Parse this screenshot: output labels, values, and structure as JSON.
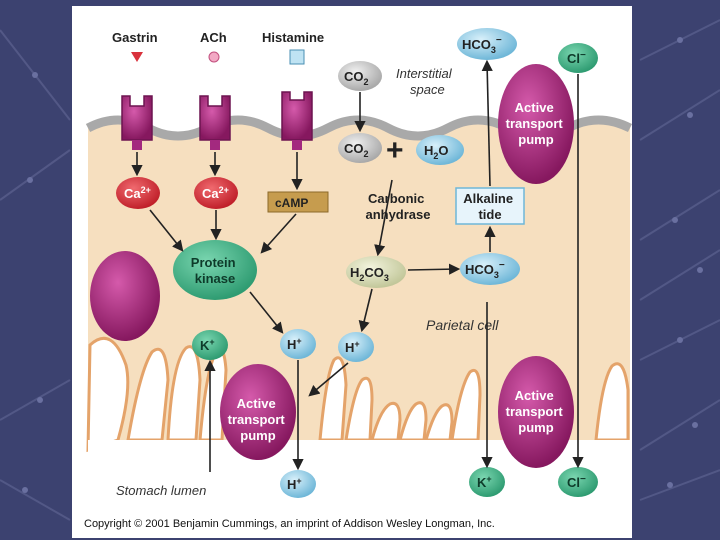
{
  "receptors": {
    "gastrin": "Gastrin",
    "ach": "ACh",
    "histamine": "Histamine"
  },
  "regions": {
    "interstitial": [
      "Interstitial",
      "space"
    ],
    "parietal": "Parietal cell",
    "lumen": "Stomach lumen"
  },
  "molecules": {
    "co2": "CO",
    "co2_sub": "2",
    "h2o_a": "H",
    "h2o_sub": "2",
    "h2o_b": "O",
    "ca": "Ca",
    "ca_sup": "2+",
    "camp": "cAMP",
    "h2co3_a": "H",
    "h2co3_sub1": "2",
    "h2co3_b": "CO",
    "h2co3_sub2": "3",
    "hco3": "HCO",
    "hco3_sub": "3",
    "hco3_sup": "−",
    "cl": "Cl",
    "cl_sup": "−",
    "k": "K",
    "k_sup": "+",
    "h": "H",
    "h_sup": "+",
    "plus": "+"
  },
  "labels": {
    "protein_kinase": [
      "Protein",
      "kinase"
    ],
    "carbonic": [
      "Carbonic",
      "anhydrase"
    ],
    "alkaline": [
      "Alkaline",
      "tide"
    ],
    "pump": [
      "Active",
      "transport",
      "pump"
    ]
  },
  "copyright": "Copyright © 2001 Benjamin Cummings, an imprint of Addison Wesley Longman, Inc.",
  "colors": {
    "background": "#3c4270",
    "cell": "#f6dfbf",
    "membrane": "#a9a9a9",
    "pump": "#a3297f",
    "calcium": "#d9323c",
    "protein_kinase": "#49b88e",
    "carbon_dioxide": "#c7c7c7",
    "bicarbonate": "#7fc3e0",
    "camp": "#c69c4e"
  }
}
